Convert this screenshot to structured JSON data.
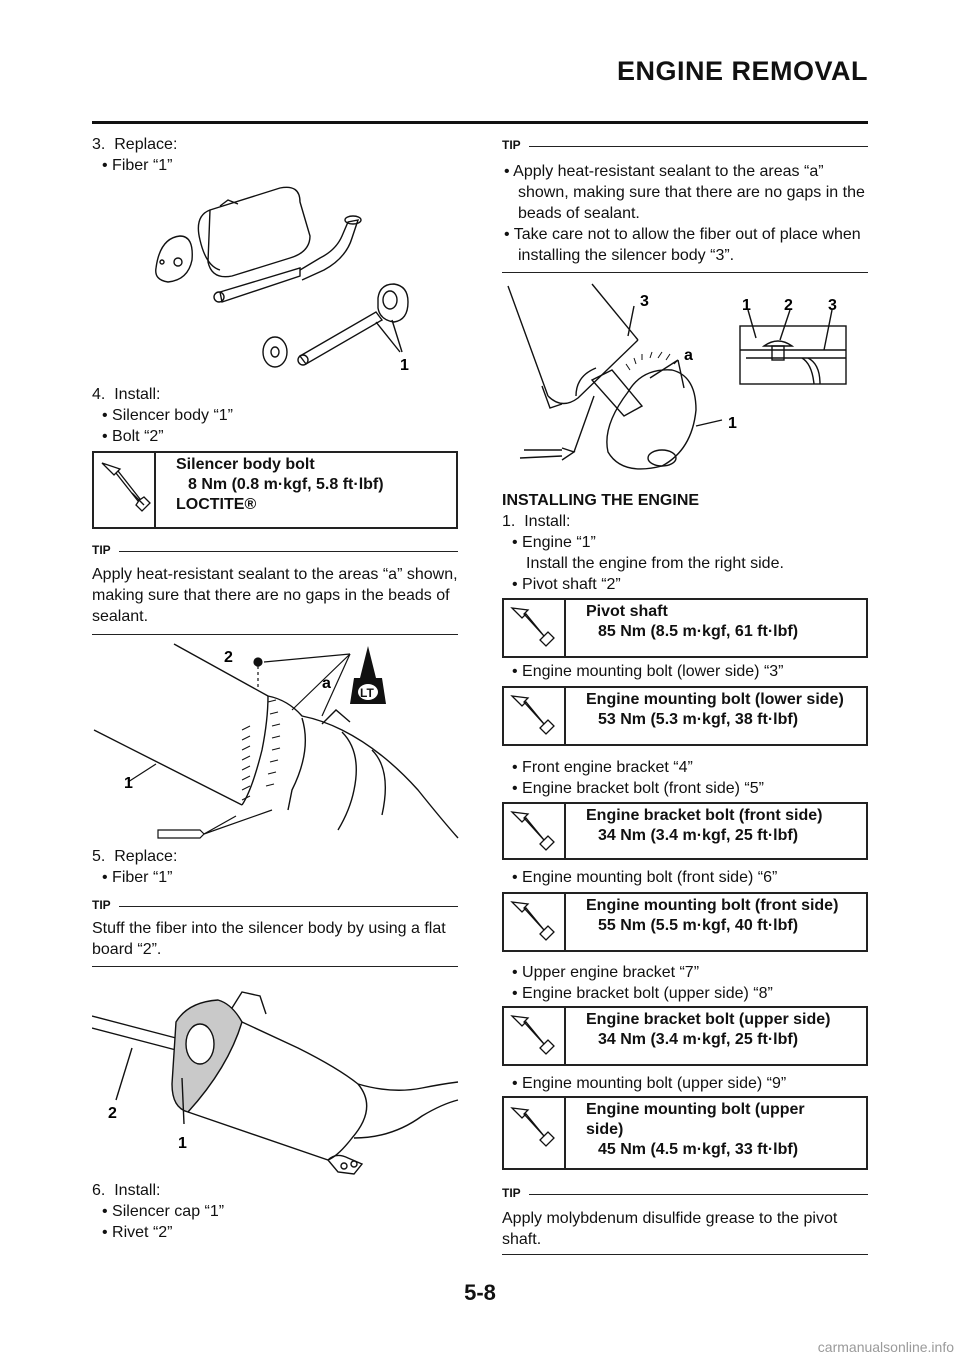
{
  "header": {
    "title": "ENGINE REMOVAL"
  },
  "left": {
    "step3": {
      "num": "3.",
      "label": "Replace:",
      "items": [
        "• Fiber “1”"
      ]
    },
    "fig1_callouts": [
      "1"
    ],
    "step4": {
      "num": "4.",
      "label": "Install:",
      "items": [
        "• Silencer body “1”",
        "• Bolt “2”"
      ]
    },
    "torque1": {
      "name": "Silencer body bolt",
      "value": "8 Nm (0.8 m·kgf, 5.8 ft·lbf)",
      "extra": "LOCTITE®"
    },
    "tip1": {
      "label": "TIP",
      "text": "Apply heat-resistant sealant to the areas “a” shown, making sure that there are no gaps in the beads of sealant."
    },
    "fig2_callouts": [
      "2",
      "a",
      "1",
      "LT"
    ],
    "step5": {
      "num": "5.",
      "label": "Replace:",
      "items": [
        "• Fiber “1”"
      ]
    },
    "tip2": {
      "label": "TIP",
      "text": "Stuff the fiber into the silencer body by using a flat board “2”."
    },
    "fig3_callouts": [
      "2",
      "1"
    ],
    "step6": {
      "num": "6.",
      "label": "Install:",
      "items": [
        "• Silencer cap “1”",
        "• Rivet “2”"
      ]
    }
  },
  "right": {
    "tip3": {
      "label": "TIP",
      "items": [
        "• Apply heat-resistant sealant to the areas “a” shown, making sure that there are no gaps in the beads of sealant.",
        "• Take care not to allow the fiber out of place when installing the silencer body “3”."
      ]
    },
    "fig4_callouts": [
      "3",
      "a",
      "1",
      "1",
      "2",
      "3"
    ],
    "section_title": "INSTALLING THE ENGINE",
    "step1": {
      "num": "1.",
      "label": "Install:",
      "items": [
        "• Engine “1”",
        "Install the engine from the right side.",
        "• Pivot shaft “2”"
      ]
    },
    "torque_pivot": {
      "name": "Pivot shaft",
      "value": "85 Nm (8.5 m·kgf, 61 ft·lbf)"
    },
    "bullet_lower": "• Engine mounting bolt (lower side) “3”",
    "torque_lower": {
      "name": "Engine mounting bolt (lower side)",
      "value": "53 Nm (5.3 m·kgf, 38 ft·lbf)"
    },
    "bullet_front_bracket": "• Front engine bracket “4”",
    "bullet_front_bolt": "• Engine bracket bolt (front side) “5”",
    "torque_front_bracket": {
      "name": "Engine bracket bolt (front side)",
      "value": "34 Nm (3.4 m·kgf, 25 ft·lbf)"
    },
    "bullet_front_mount": "• Engine mounting bolt (front side) “6”",
    "torque_front_mount": {
      "name": "Engine mounting bolt (front side)",
      "value": "55 Nm (5.5 m·kgf, 40 ft·lbf)"
    },
    "bullet_upper_bracket": "• Upper engine bracket “7”",
    "bullet_upper_bolt": "• Engine bracket bolt (upper side) “8”",
    "torque_upper_bracket": {
      "name": "Engine bracket bolt (upper side)",
      "value": "34 Nm (3.4 m·kgf, 25 ft·lbf)"
    },
    "bullet_upper_mount": "• Engine mounting bolt (upper side) “9”",
    "torque_upper_mount": {
      "name_line1": "Engine mounting bolt (upper",
      "name_line2": "side)",
      "value": "45 Nm (4.5 m·kgf, 33 ft·lbf)"
    },
    "tip4": {
      "label": "TIP",
      "text": "Apply molybdenum disulfide grease to the pivot shaft."
    }
  },
  "footer": {
    "page": "5-8",
    "watermark": "carmanualsonline.info"
  }
}
